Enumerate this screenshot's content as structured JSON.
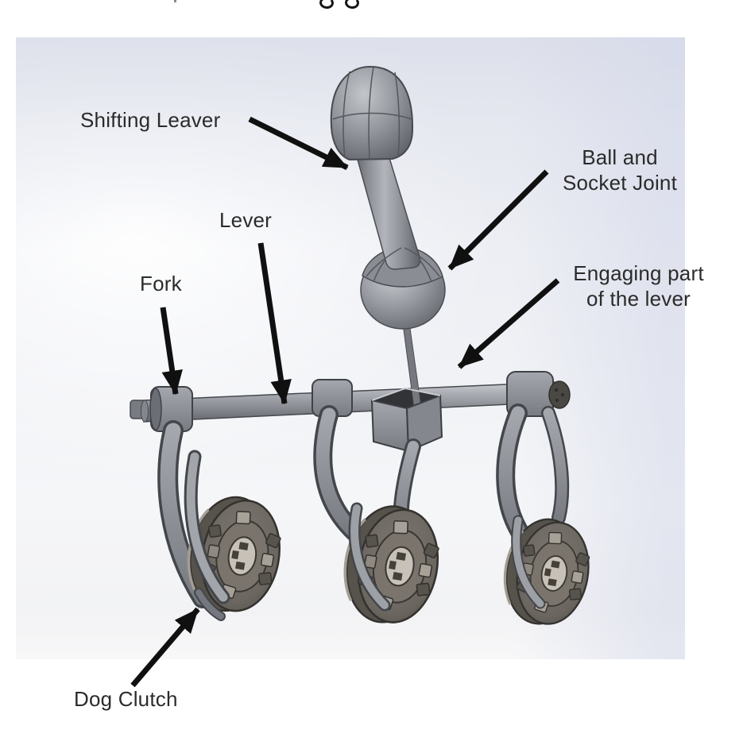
{
  "figure": {
    "type": "labeled-cad-diagram",
    "subject": "Gear shifting mechanism CAD render with part callouts",
    "labels": {
      "shifting_lever": "Shifting Leaver",
      "ball_socket_line1": "Ball and",
      "ball_socket_line2": "Socket Joint",
      "lever": "Lever",
      "fork": "Fork",
      "engaging_line1": "Engaging part",
      "engaging_line2": "of the lever",
      "dog_clutch": "Dog Clutch"
    },
    "parts": [
      "shifting-lever-knob",
      "lever-shaft",
      "ball-and-socket-joint",
      "lever-pin",
      "selector-rod",
      "engaging-bracket",
      "fork-left",
      "fork-middle",
      "fork-right",
      "dog-clutch-left",
      "dog-clutch-middle",
      "dog-clutch-right"
    ],
    "colors": {
      "label_text": "#2b2b2b",
      "arrow": "#101010",
      "viewport_tint_top": "#e9ebf2",
      "viewport_tint_right": "#dde1ef",
      "metal_light": "#b5b8be",
      "metal_mid": "#8b8e95",
      "metal_dark": "#5d6066",
      "clutch_face": "#6a655f",
      "clutch_teeth_light": "#a8a198",
      "clutch_teeth_dark": "#57534d"
    }
  }
}
